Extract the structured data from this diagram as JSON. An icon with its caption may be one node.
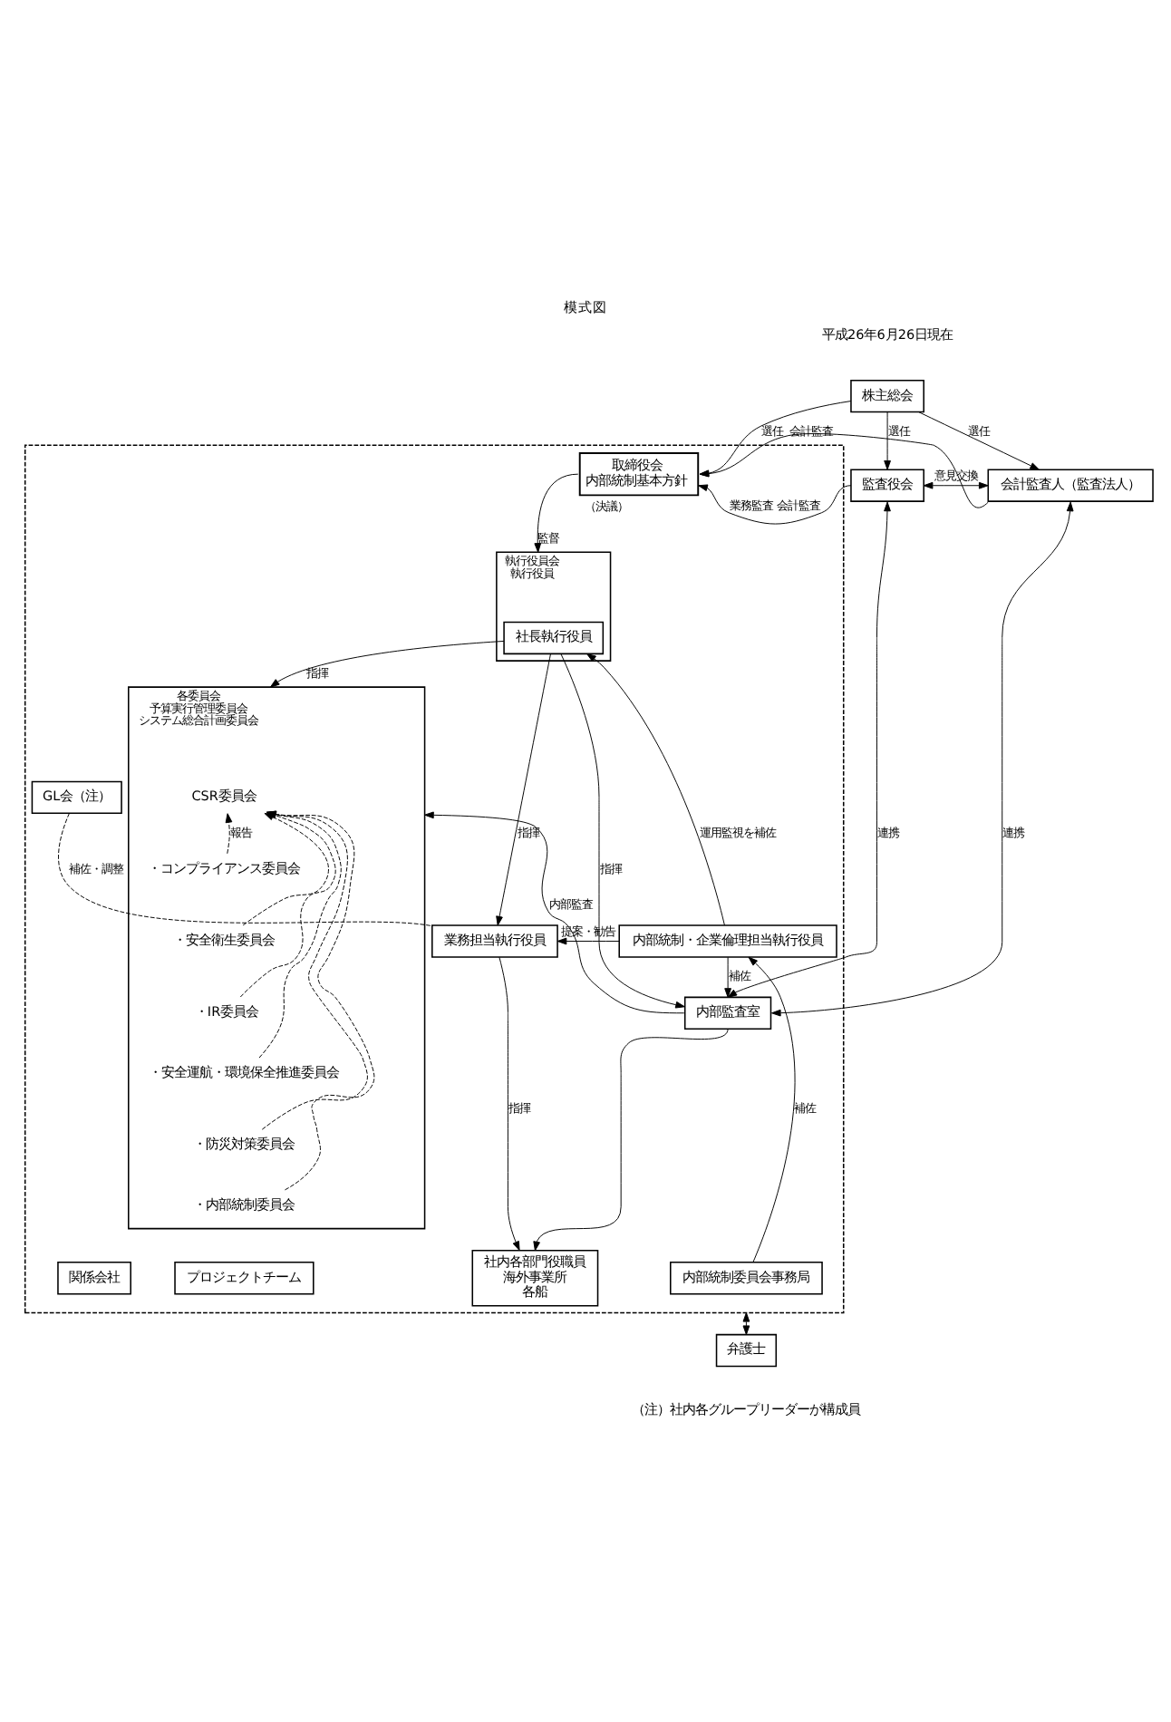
{
  "diagram": {
    "title": "模式図",
    "nodes": [
      {
        "text": [
          "株主総会"
        ]
      },
      {
        "text": [],
        "shape": "box"
      },
      {
        "text": [
          "取締役会",
          "内部統制基本方針"
        ],
        "beside": [
          "（決議）"
        ],
        "in": 1
      },
      {
        "text": [
          "監査役会"
        ]
      },
      {
        "text": [
          "会計監査人（監査法人）"
        ]
      },
      {
        "text": [
          "執行役員会",
          "執行役員"
        ],
        "in": 1
      },
      {
        "text": [
          "社長執行役員"
        ],
        "in": 5
      },
      {
        "text": [
          "業務担当執行役員"
        ],
        "in": 1
      },
      {
        "text": [
          "GL会（注）"
        ],
        "in": 1
      },
      {
        "text": [
          "内部統制・企業倫理担当執行役員"
        ],
        "in": 1
      },
      {
        "text": [
          "各委員会",
          "予算実行管理委員会",
          "システム総合計画委員会"
        ],
        "in": 1
      },
      {
        "text": [
          "CSR委員会"
        ],
        "in": 10
      },
      {
        "text": [
          "・コンプライアンス委員会"
        ],
        "in": 10
      },
      {
        "text": [
          "・安全衛生委員会"
        ],
        "in": 10
      },
      {
        "text": [
          "・IR委員会"
        ],
        "in": 10
      },
      {
        "text": [
          "・安全運航・環境保全推進委員会"
        ],
        "in": 10
      },
      {
        "text": [
          "・防災対策委員会"
        ],
        "in": 10
      },
      {
        "text": [
          "・内部統制委員会"
        ],
        "in": 10
      },
      {
        "text": [
          "プロジェクトチーム"
        ],
        "in": 1
      },
      {
        "text": [
          "内部監査室"
        ],
        "in": 1
      },
      {
        "text": [
          "社内各部門役職員",
          "海外事業所",
          "各船"
        ],
        "in": 1
      },
      {
        "text": [
          "関係会社"
        ],
        "in": 1
      },
      {
        "text": [
          "内部統制委員会事務局"
        ],
        "in": 1
      },
      {
        "text": [
          "弁護士"
        ]
      }
    ],
    "edges": [
      {
        "from": 0,
        "to": 2,
        "arrow": "to",
        "label": "選任"
      },
      {
        "from": 0,
        "to": 3,
        "arrow": "to",
        "label": "選任"
      },
      {
        "from": 0,
        "to": 4,
        "arrow": "to",
        "label": "選任"
      },
      {
        "from": 3,
        "to": 2,
        "arrow": "to",
        "label": "業務監査 会計監査"
      },
      {
        "from": 4,
        "to": 2,
        "arrow": "to",
        "label": "会計監査"
      },
      {
        "from": 3,
        "to": 4,
        "arrow": "both",
        "label": "意見交換"
      },
      {
        "from": 2,
        "to": 5,
        "arrow": "to",
        "label": "監督"
      },
      {
        "from": 6,
        "to": 7,
        "arrow": "to",
        "label": "指揮"
      },
      {
        "from": 9,
        "to": 6,
        "arrow": "to",
        "label": "運用監視を補佐"
      },
      {
        "from": 9,
        "to": 7,
        "arrow": "to",
        "label": "提案・勧告"
      },
      {
        "from": 6,
        "to": 10,
        "arrow": "to",
        "label": "指揮"
      },
      {
        "from": 6,
        "to": 19,
        "arrow": "to",
        "label": "指揮"
      },
      {
        "from": 9,
        "to": 19,
        "arrow": "to",
        "label": "補佐"
      },
      {
        "from": 7,
        "to": 20,
        "arrow": "to",
        "label": "指揮"
      },
      {
        "from": 8,
        "to": 7,
        "arrow": "none",
        "label": "補佐・調整",
        "style": "dashed"
      },
      {
        "from": 3,
        "to": 19,
        "arrow": "both",
        "label": "連携"
      },
      {
        "from": 4,
        "to": 19,
        "arrow": "both",
        "label": "連携"
      },
      {
        "from": 19,
        "to": 10,
        "arrow": "to",
        "label": "内部監査"
      },
      {
        "from": 19,
        "to": 20,
        "arrow": "to"
      },
      {
        "from": 22,
        "to": 9,
        "arrow": "to",
        "label": "補佐"
      },
      {
        "from": 12,
        "to": 11,
        "arrow": "to",
        "label": "報告",
        "style": "dashed"
      },
      {
        "from": 13,
        "to": 11,
        "arrow": "to",
        "style": "dashed"
      },
      {
        "from": 14,
        "to": 11,
        "arrow": "to",
        "style": "dashed"
      },
      {
        "from": 15,
        "to": 11,
        "arrow": "to",
        "style": "dashed"
      },
      {
        "from": 16,
        "to": 11,
        "arrow": "to",
        "style": "dashed"
      },
      {
        "from": 17,
        "to": 11,
        "arrow": "to",
        "style": "dashed"
      },
      {
        "from": 1,
        "to": 23,
        "arrow": "both"
      }
    ],
    "labels": [
      "平成26年6月26日現在",
      "（注）社内各グループリーダーが構成員"
    ]
  }
}
